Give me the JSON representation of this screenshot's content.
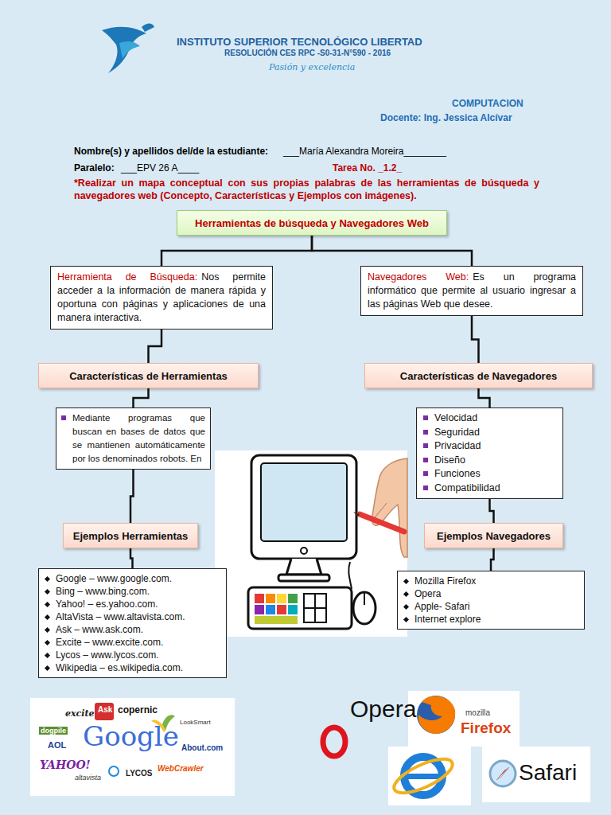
{
  "diagram": {
    "nodes": [
      {
        "text": [
          "Herramientas de búsqueda y Navegadores Web"
        ]
      },
      {
        "text": [
          "Herramienta de Búsqueda:",
          "Nos permite acceder a la información de manera rápida y oportuna con páginas y aplicaciones de una manera interactiva."
        ]
      },
      {
        "text": [
          "Navegadores Web:",
          "Es un programa informático que permite al usuario ingresar a las páginas Web que desee."
        ]
      },
      {
        "text": [
          "Características de Herramientas"
        ]
      },
      {
        "text": [
          "Características de Navegadores"
        ]
      },
      {
        "text": [
          "Mediante programas que buscan en bases de datos que se mantienen automáticamente por los denominados robots. En"
        ]
      },
      {
        "text": [
          "Velocidad",
          "Seguridad",
          "Privacidad",
          "Diseño",
          "Funciones",
          "Compatibilidad"
        ]
      },
      {
        "text": [
          "Ejemplos Herramientas"
        ]
      },
      {
        "text": [
          "Ejemplos Navegadores"
        ]
      },
      {
        "text": [
          "Google – www.google.com.",
          "Bing – www.bing.com.",
          "Yahoo! – es.yahoo.com.",
          "AltaVista – www.altavista.com.",
          "Ask – www.ask.com.",
          "Excite – www.excite.com.",
          "Lycos – www.lycos.com.",
          "Wikipedia – es.wikipedia.com."
        ]
      },
      {
        "text": [
          "Mozilla Firefox",
          "Opera",
          "Apple- Safari",
          "Internet explore"
        ]
      }
    ],
    "edges": [
      {
        "from": 0,
        "to": 1,
        "arrow": "none"
      },
      {
        "from": 0,
        "to": 2,
        "arrow": "none"
      },
      {
        "from": 1,
        "to": 3,
        "arrow": "none"
      },
      {
        "from": 2,
        "to": 4,
        "arrow": "none"
      },
      {
        "from": 3,
        "to": 5,
        "arrow": "none"
      },
      {
        "from": 4,
        "to": 6,
        "arrow": "none"
      },
      {
        "from": 5,
        "to": 7,
        "arrow": "none"
      },
      {
        "from": 6,
        "to": 8,
        "arrow": "none"
      },
      {
        "from": 7,
        "to": 9,
        "arrow": "none"
      },
      {
        "from": 8,
        "to": 10,
        "arrow": "none"
      }
    ],
    "labels": [
      "INSTITUTO SUPERIOR TECNOLÓGICO LIBERTAD",
      "RESOLUCIÓN CES RPC -S0-31-N°590 - 2016",
      "Pasión y excelencia",
      "COMPUTACION",
      "Docente: Ing. Jessica Alcívar",
      "Nombre(s) y apellidos del/de la estudiante:",
      "___María Alexandra Moreira________",
      "Paralelo:",
      "___EPV 26 A____",
      "Tarea No. _1.2_",
      "*Realizar un mapa conceptual con sus propias palabras de las herramientas de búsqueda y navegadores web (Concepto, Características y Ejemplos con imágenes).",
      "excite",
      "Ask",
      "copernic",
      "dogpile",
      "Google",
      "LookSmart",
      "AOL",
      "About.com",
      "YAHOO!",
      "altavista",
      "LYCOS",
      "WebCrawler",
      "Opera",
      "mozilla",
      "Firefox",
      "Safari"
    ]
  }
}
